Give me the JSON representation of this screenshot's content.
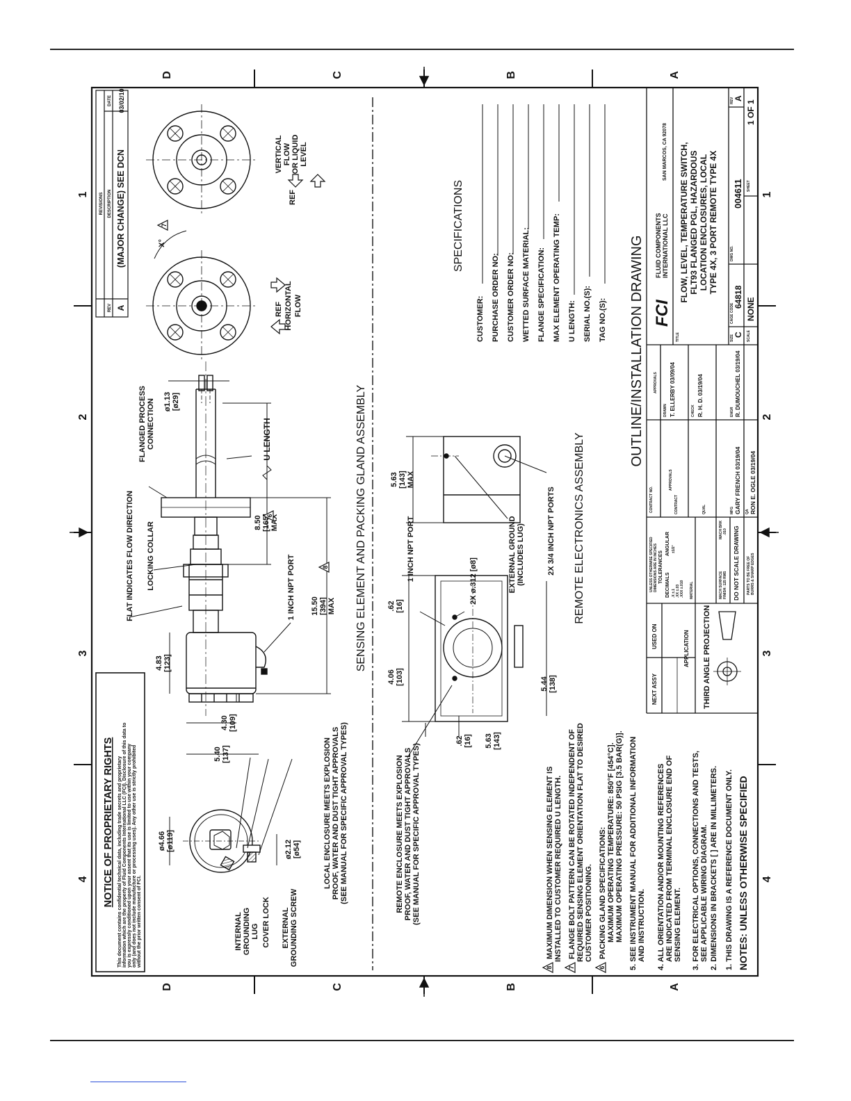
{
  "zones": {
    "letters": [
      "D",
      "C",
      "B",
      "A"
    ],
    "numbers": [
      "4",
      "3",
      "2",
      "1"
    ]
  },
  "proprietary": {
    "title": "NOTICE OF PROPRIETARY RIGHTS",
    "lines": [
      "This document contains confidential technical data, including trade secrets and proprietary",
      "information which are the property of Fluid Components International LLC (FCI). Disclosure of this data to",
      "you is expressly conditioned upon your assent that its use is limited to use within your company",
      "only (and does not include manufacture or processing uses). Any other use is strictly prohibited",
      "without the prior written consent of FCI."
    ]
  },
  "revisions": {
    "title": "REVISIONS",
    "headers": [
      "REV",
      "DESCRIPTION",
      "DATE"
    ],
    "rows": [
      [
        "A",
        "(MAJOR CHANGE) SEE DCN",
        "03/02/10"
      ]
    ]
  },
  "sensing": {
    "title": "SENSING ELEMENT AND PACKING GLAND ASSEMBLY",
    "dim_4_66": "ø4.66",
    "dim_4_66_mm": "[ø119]",
    "internal_lug": [
      "INTERNAL",
      "GROUNDING",
      "LUG"
    ],
    "cover_lock": "COVER LOCK",
    "external_screw": [
      "EXTERNAL",
      "GROUNDING SCREW"
    ],
    "dim_2_12": "ø2.12",
    "dim_2_12_mm": "[ø54]",
    "local_note": [
      "LOCAL ENCLOSURE MEETS EXPLOSION",
      "PROOF, WATER AND DUST TIGHT APPROVALS",
      "(SEE MANUAL FOR SPECIFIC APPROVAL TYPES)"
    ],
    "dim_4_83": "4.83",
    "dim_4_83_mm": "[123]",
    "dim_4_30": "4.30",
    "dim_4_30_mm": "[109]",
    "dim_5_40": "5.40",
    "dim_5_40_mm": "[137]",
    "flat_indicates": "FLAT INDICATES FLOW DIRECTION",
    "locking_collar": "LOCKING COLLAR",
    "npt_port": "1 INCH NPT PORT",
    "dim_15_50": "15.50",
    "dim_15_50_mm": "[394]",
    "max": "MAX",
    "dim_8_50": "8.50",
    "dim_8_50_mm": "[165]",
    "flanged": [
      "FLANGED PROCESS",
      "CONNECTION"
    ],
    "u_length": "U LENGTH",
    "dim_1_13": "ø1.13",
    "dim_1_13_mm": "[ø29]"
  },
  "flange_views": {
    "ref_horizontal": [
      "REF",
      "HORIZONTAL",
      "FLOW"
    ],
    "ref_vertical": [
      "VERTICAL",
      "FLOW",
      "OR LIQUID",
      "LEVEL"
    ],
    "ref": "REF",
    "angle_label": "X°"
  },
  "markers": {
    "m6": "6",
    "m7": "7",
    "m8": "8"
  },
  "remote": {
    "title": "REMOTE ELECTRONICS ASSEMBLY",
    "remote_note": [
      "REMOTE ENCLOSURE MEETS EXPLOSION",
      "PROOF, WATER AND DUST TIGHT APPROVALS",
      "(SEE MANUAL FOR SPECIFIC APPROVAL TYPES)"
    ],
    "dim_4_06": "4.06",
    "dim_4_06_mm": "[103]",
    "dim_62a": ".62",
    "dim_62a_mm": "[16]",
    "dim_62b": ".62",
    "dim_62b_mm": "[16]",
    "npt_port": "1 INCH NPT PORT",
    "holes": "2X ø.312 [ø8]",
    "dim_5_63a": "5.63",
    "dim_5_63a_mm": "[143]",
    "dim_5_44": "5.44",
    "dim_5_44_mm": "[138]",
    "external_ground": [
      "EXTERNAL GROUND",
      "(INCLUDES LUG)"
    ],
    "npt_ports": "2X 3/4 INCH NPT PORTS",
    "dim_5_63b": "5.63",
    "dim_5_63b_mm": "[143]",
    "max": "MAX"
  },
  "specifications": {
    "title": "SPECIFICATIONS",
    "fields": [
      "CUSTOMER:",
      "PURCHASE ORDER NO:",
      "CUSTOMER ORDER NO:",
      "WETTED SURFACE MATERIAL:",
      "FLANGE SPECIFICATION:",
      "MAX ELEMENT OPERATING TEMP:",
      "U LENGTH:",
      "SERIAL NO.(S):",
      "TAG NO.(S):"
    ]
  },
  "outline_title": "OUTLINE/INSTALLATION DRAWING",
  "notes": {
    "header": "NOTES: UNLESS OTHERWISE SPECIFIED",
    "n1": "1. THIS DRAWING IS A REFERENCE DOCUMENT ONLY.",
    "n2": "2. DIMENSIONS IN BRACKETS [ ] ARE IN MILLIMETERS.",
    "n3": [
      "3. FOR ELECTRICAL OPTIONS, CONNECTIONS AND TESTS,",
      "SEE APPLICABLE WIRING DIAGRAM."
    ],
    "n4": [
      "4. ALL ORIENTATION AND/OR MOUNTING REFERENCES",
      "ARE INDICATED FROM TERMINAL ENCLOSURE END OF",
      "SENSING ELEMENT."
    ],
    "n5": [
      "5. SEE INSTRUMENT MANUAL FOR ADDITIONAL INFORMATION",
      "AND INSTRUCTION."
    ],
    "n6": [
      "PACKING GLAND SPECIFICATIONS:",
      "MAXIMUM OPERATING TEMPERATURE: 850°F [454°C].",
      "MAXIMUM OPERATING PRESSURE: 50 PSIG [3.5 BAR(G)]."
    ],
    "n7": [
      "FLANGE BOLT PATTERN CAN BE ROTATED INDEPENDENT OF",
      "REQUIRED SENSING ELEMENT ORIENTATION FLAT TO DESIRED",
      "CUSTOMER POSITIONING."
    ],
    "n8": [
      "MAXIMUM DIMENSION WHEN SENSING ELEMENT IS",
      "INSTALLED TO CUSTOMER REQUIRED U LENGTH."
    ]
  },
  "title_block": {
    "next_assy": "NEXT ASSY",
    "used_on": "USED ON",
    "application": "APPLICATION",
    "third_angle": "THIRD ANGLE PROJECTION",
    "tolerances": [
      "UNLESS OTHERWISE SPECIFIED",
      "DIMENSIONS ARE IN INCHES",
      "TOLERANCES"
    ],
    "decimals": "DECIMALS",
    "angular": "ANGULAR",
    "dec_values": [
      ".X  ±.1",
      ".XX  ±.03",
      ".XXX  ±.010"
    ],
    "ang_value": "±1/2°",
    "material": "MATERIAL",
    "finish": [
      "MACH SURFACE",
      "FINISH: 125 RMS"
    ],
    "mach_brk": [
      "MACH BRK",
      ".010"
    ],
    "do_not_scale": "DO NOT SCALE DRAWING",
    "break_edges": [
      "PARTS TO BE FREE OF",
      "BURRS & SHARP EDGES"
    ],
    "contract_no": "CONTRACT NO.",
    "approvals": "APPROVALS",
    "contract": "CONTRACT",
    "qual": "QUAL",
    "mfg": "MFG",
    "mfg_name": "GARY FRENCH  03/19/04",
    "qa": "QA",
    "qa_name": "RON E. OGLE  03/19/04",
    "approvals2": "APPROVALS",
    "drawn": "DRAWN",
    "drawn_name": "T. ELLERBY  03/09/04",
    "check": "CHECK",
    "check_name": "R. H. D.  03/19/04",
    "engr": "ENGR",
    "engr_name": "R. DUMOUCHEL  03/19/04",
    "company": [
      "FLUID COMPONENTS",
      "INTERNATIONAL LLC"
    ],
    "location": "SAN MARCOS, CA 92078",
    "logo": "FCI",
    "title_label": "TITLE",
    "title_lines": [
      "FLOW, LEVEL, TEMPERATURE SWITCH,",
      "FLT93 FLANGED PGL, HAZARDOUS",
      "LOCATION ENCLOSURES, LOCAL",
      "TYPE 4X, 3 PORT REMOTE TYPE 4X"
    ],
    "size_label": "SIZE",
    "size": "C",
    "cage_label": "CAGE CODE",
    "cage": "64818",
    "dwg_label": "DWG NO.",
    "dwg": "004611",
    "rev_label": "REV",
    "rev": "A",
    "scale_label": "SCALE",
    "scale": "NONE",
    "sheet_label": "SHEET",
    "sheet": "1 OF 1"
  }
}
